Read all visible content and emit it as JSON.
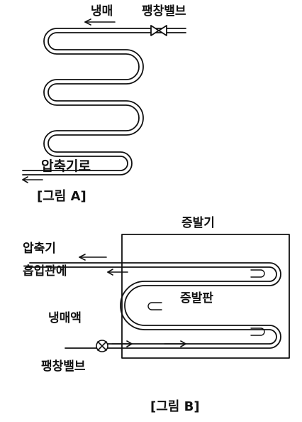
{
  "figure_a": {
    "refrigerant_label": "냉매",
    "expansion_valve_label": "팽창밸브",
    "to_compressor_label": "압축기로",
    "caption": "[그림 A]"
  },
  "figure_b": {
    "evaporator_label": "증발기",
    "compressor_suction_line1": "압축기",
    "compressor_suction_line2": "흡입관에",
    "refrigerant_liquid_label": "냉매액",
    "evaporator_plate_label": "증발판",
    "expansion_valve_label": "팽창밸브",
    "caption": "[그림 B]"
  },
  "colors": {
    "ink": "#111111",
    "background": "#ffffff"
  }
}
